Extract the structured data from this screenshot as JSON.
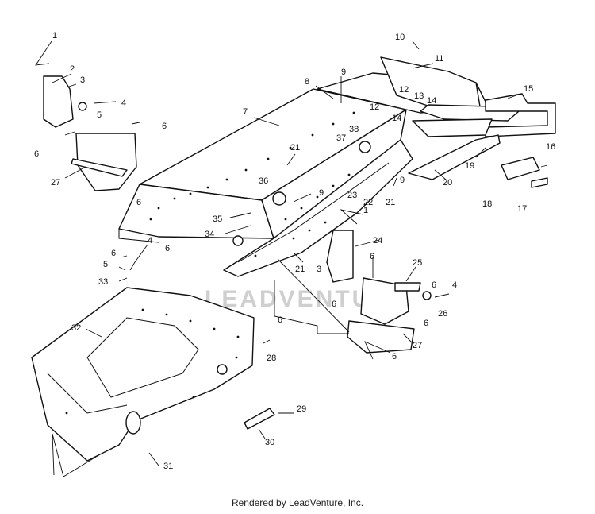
{
  "diagram": {
    "watermark": "LEADVENTURE",
    "credit": "Rendered by LeadVenture, Inc.",
    "callouts": [
      "1",
      "2",
      "3",
      "4",
      "5",
      "6",
      "6",
      "6",
      "27",
      "10",
      "11",
      "8",
      "9",
      "7",
      "12",
      "13",
      "14",
      "12",
      "14",
      "15",
      "38",
      "37",
      "21",
      "36",
      "9",
      "35",
      "34",
      "23",
      "22",
      "1",
      "9",
      "21",
      "20",
      "19",
      "16",
      "18",
      "17",
      "24",
      "3",
      "21",
      "4",
      "5",
      "6",
      "6",
      "33",
      "32",
      "6",
      "25",
      "6",
      "4",
      "26",
      "6",
      "6",
      "27",
      "6",
      "6",
      "28",
      "29",
      "30",
      "31"
    ]
  }
}
